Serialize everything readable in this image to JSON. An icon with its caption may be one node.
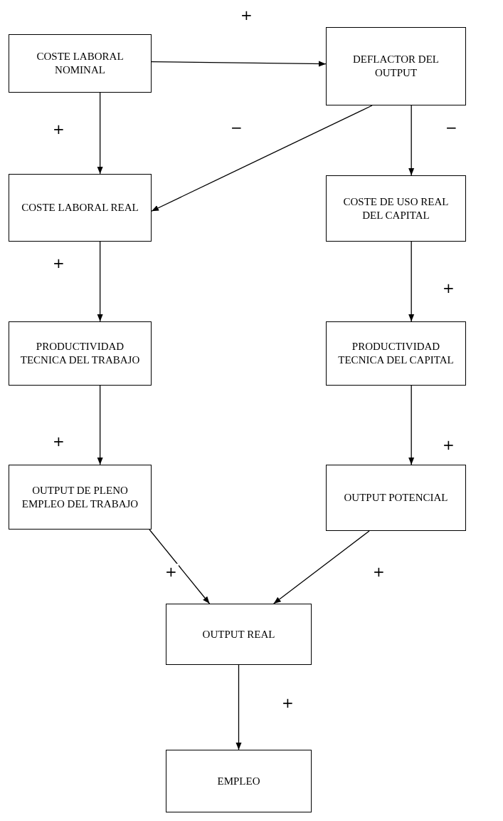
{
  "diagram": {
    "nodes": [
      {
        "text": [
          "COSTE LABORAL NOMINAL"
        ]
      },
      {
        "text": [
          "DEFLACTOR DEL OUTPUT"
        ]
      },
      {
        "text": [
          "COSTE LABORAL REAL"
        ]
      },
      {
        "text": [
          "COSTE DE USO REAL DEL CAPITAL"
        ]
      },
      {
        "text": [
          "PRODUCTIVIDAD TECNICA DEL TRABAJO"
        ]
      },
      {
        "text": [
          "PRODUCTIVIDAD TECNICA DEL CAPITAL"
        ]
      },
      {
        "text": [
          "OUTPUT DE PLENO EMPLEO DEL TRABAJO"
        ]
      },
      {
        "text": [
          "OUTPUT POTENCIAL"
        ]
      },
      {
        "text": [
          "OUTPUT REAL"
        ]
      },
      {
        "text": [
          "EMPLEO"
        ]
      }
    ],
    "edges": [
      {
        "from": 0,
        "to": 1,
        "arrow": "to",
        "label": "+"
      },
      {
        "from": 0,
        "to": 2,
        "arrow": "to",
        "label": "+"
      },
      {
        "from": 1,
        "to": 2,
        "arrow": "to",
        "label": "−"
      },
      {
        "from": 1,
        "to": 3,
        "arrow": "to",
        "label": "−"
      },
      {
        "from": 2,
        "to": 4,
        "arrow": "to",
        "label": "+"
      },
      {
        "from": 3,
        "to": 5,
        "arrow": "to",
        "label": "+"
      },
      {
        "from": 4,
        "to": 6,
        "arrow": "to",
        "label": "+"
      },
      {
        "from": 5,
        "to": 7,
        "arrow": "to",
        "label": "+"
      },
      {
        "from": 6,
        "to": 8,
        "arrow": "to",
        "label": "+"
      },
      {
        "from": 7,
        "to": 8,
        "arrow": "to",
        "label": "+"
      },
      {
        "from": 8,
        "to": 9,
        "arrow": "to",
        "label": "+"
      }
    ]
  }
}
